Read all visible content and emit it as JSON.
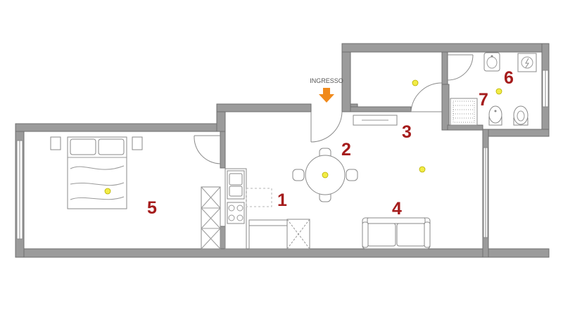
{
  "plan": {
    "entry_label": "INGRESSO",
    "room_numbers": [
      "1",
      "2",
      "3",
      "4",
      "5",
      "6",
      "7"
    ]
  },
  "colors": {
    "wall": "#9b9b9b",
    "room_number": "#a51c1c",
    "entry_arrow": "#f08a1c",
    "ceiling_light": "#f2ec46"
  },
  "icons": [
    "entry-arrow-icon",
    "ceiling-light-icon",
    "bed-icon",
    "sofa-icon",
    "dining-table-icon",
    "shower-icon",
    "toilet-icon",
    "bidet-icon",
    "sink-icon",
    "electric-boiler-icon"
  ]
}
